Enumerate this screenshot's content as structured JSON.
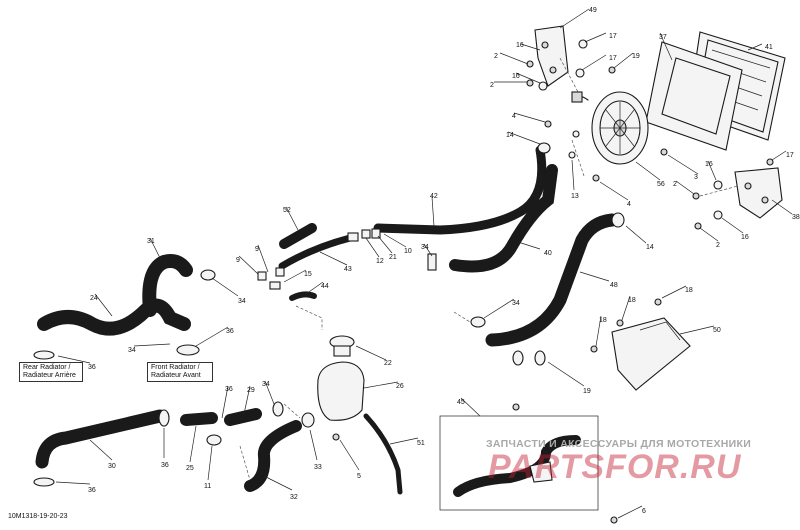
{
  "notes": {
    "rear_radiator": [
      "Rear Radiator /",
      "Radiateur Arrière"
    ],
    "front_radiator": [
      "Front Radiator /",
      "Radiateur Avant"
    ]
  },
  "drawing_code": "10M1318-19-20-23",
  "watermark": {
    "tagline": "ЗАПЧАСТИ И АКСЕССУАРЫ ДЛЯ МОТОТЕХНИКИ",
    "brand": "PARTSFOR.RU"
  },
  "callouts": [
    "49",
    "17",
    "16",
    "2",
    "17",
    "19",
    "37",
    "41",
    "16",
    "2",
    "4",
    "14",
    "13",
    "56",
    "3",
    "16",
    "17",
    "2",
    "4",
    "38",
    "16",
    "2",
    "14",
    "42",
    "40",
    "52",
    "43",
    "12",
    "21",
    "10",
    "34",
    "48",
    "9",
    "15",
    "9",
    "44",
    "31",
    "34",
    "18",
    "18",
    "24",
    "34",
    "18",
    "50",
    "36",
    "22",
    "26",
    "36",
    "34",
    "19",
    "36",
    "29",
    "34",
    "45",
    "30",
    "25",
    "36",
    "33",
    "11",
    "5",
    "51",
    "32",
    "36",
    "6"
  ],
  "colors": {
    "line": "#1a1a1a",
    "fill": "#f4f4f4",
    "watermark": "#c41e32"
  }
}
